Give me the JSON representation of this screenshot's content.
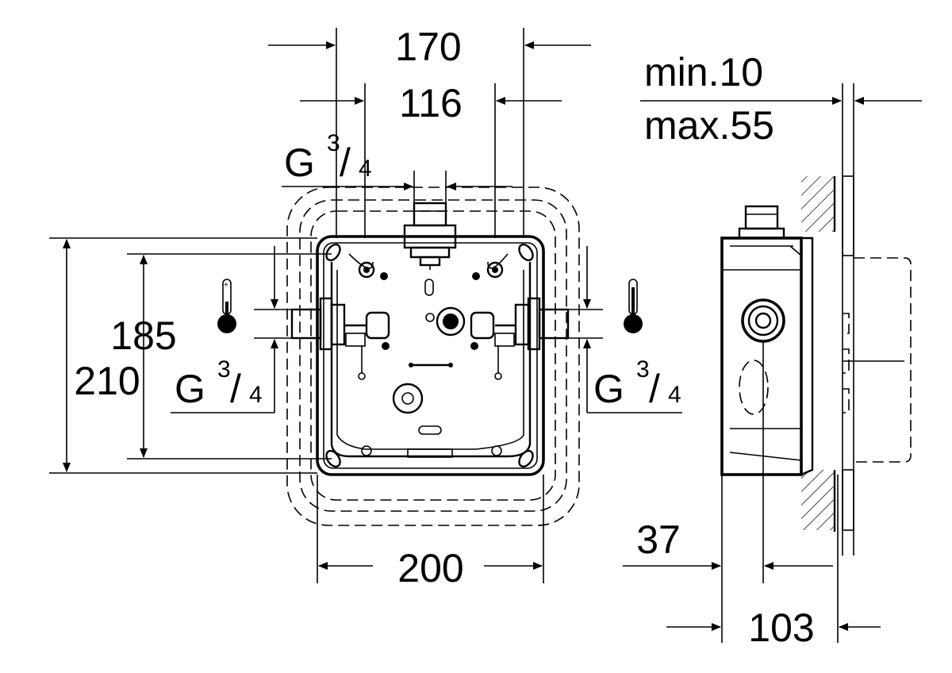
{
  "dimensions": {
    "top_outer": "170",
    "top_inner": "116",
    "left_outer": "210",
    "left_inner": "185",
    "bottom_width": "200",
    "wall_min": "min.10",
    "wall_max": "max.55",
    "side_offset": "37",
    "side_depth": "103"
  },
  "threads": {
    "top": {
      "letter": "G",
      "num": "3",
      "den": "4"
    },
    "left": {
      "letter": "G",
      "num": "3",
      "den": "4"
    },
    "right": {
      "letter": "G",
      "num": "3",
      "den": "4"
    }
  },
  "icons": [
    "thermometer-cold-icon",
    "thermometer-hot-icon"
  ],
  "colors": {
    "line": "#000000",
    "background": "#ffffff"
  }
}
